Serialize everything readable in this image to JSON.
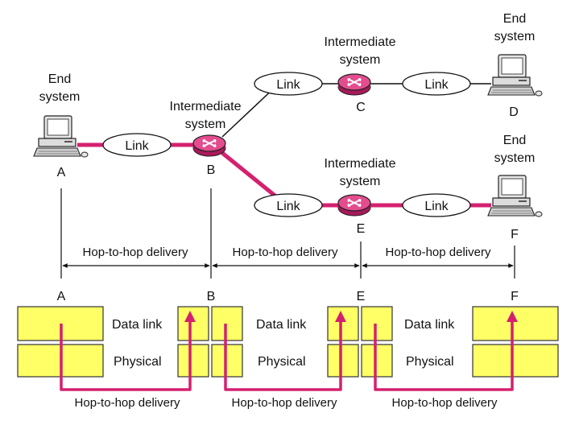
{
  "top": {
    "node_a": {
      "title_line1": "End",
      "title_line2": "system",
      "letter": "A"
    },
    "node_b": {
      "title_line1": "Intermediate",
      "title_line2": "system",
      "letter": "B"
    },
    "node_c": {
      "title_line1": "Intermediate",
      "title_line2": "system",
      "letter": "C"
    },
    "node_d": {
      "title_line1": "End",
      "title_line2": "system",
      "letter": "D"
    },
    "node_e": {
      "title_line1": "Intermediate",
      "title_line2": "system",
      "letter": "E"
    },
    "node_f": {
      "title_line1": "End",
      "title_line2": "system",
      "letter": "F"
    },
    "link_label": "Link"
  },
  "hops_top": [
    "Hop-to-hop delivery",
    "Hop-to-hop delivery",
    "Hop-to-hop delivery"
  ],
  "bottom": {
    "letters": [
      "A",
      "B",
      "E",
      "F"
    ],
    "data_link_label": "Data link",
    "physical_label": "Physical",
    "hops": [
      "Hop-to-hop delivery",
      "Hop-to-hop delivery",
      "Hop-to-hop delivery"
    ]
  },
  "colors": {
    "magenta": "#d4206f",
    "yellow_box": "#ffff66",
    "box_border": "#333333",
    "link_pill_fill": "#ffffff",
    "router_fill": "#e34d8e"
  }
}
